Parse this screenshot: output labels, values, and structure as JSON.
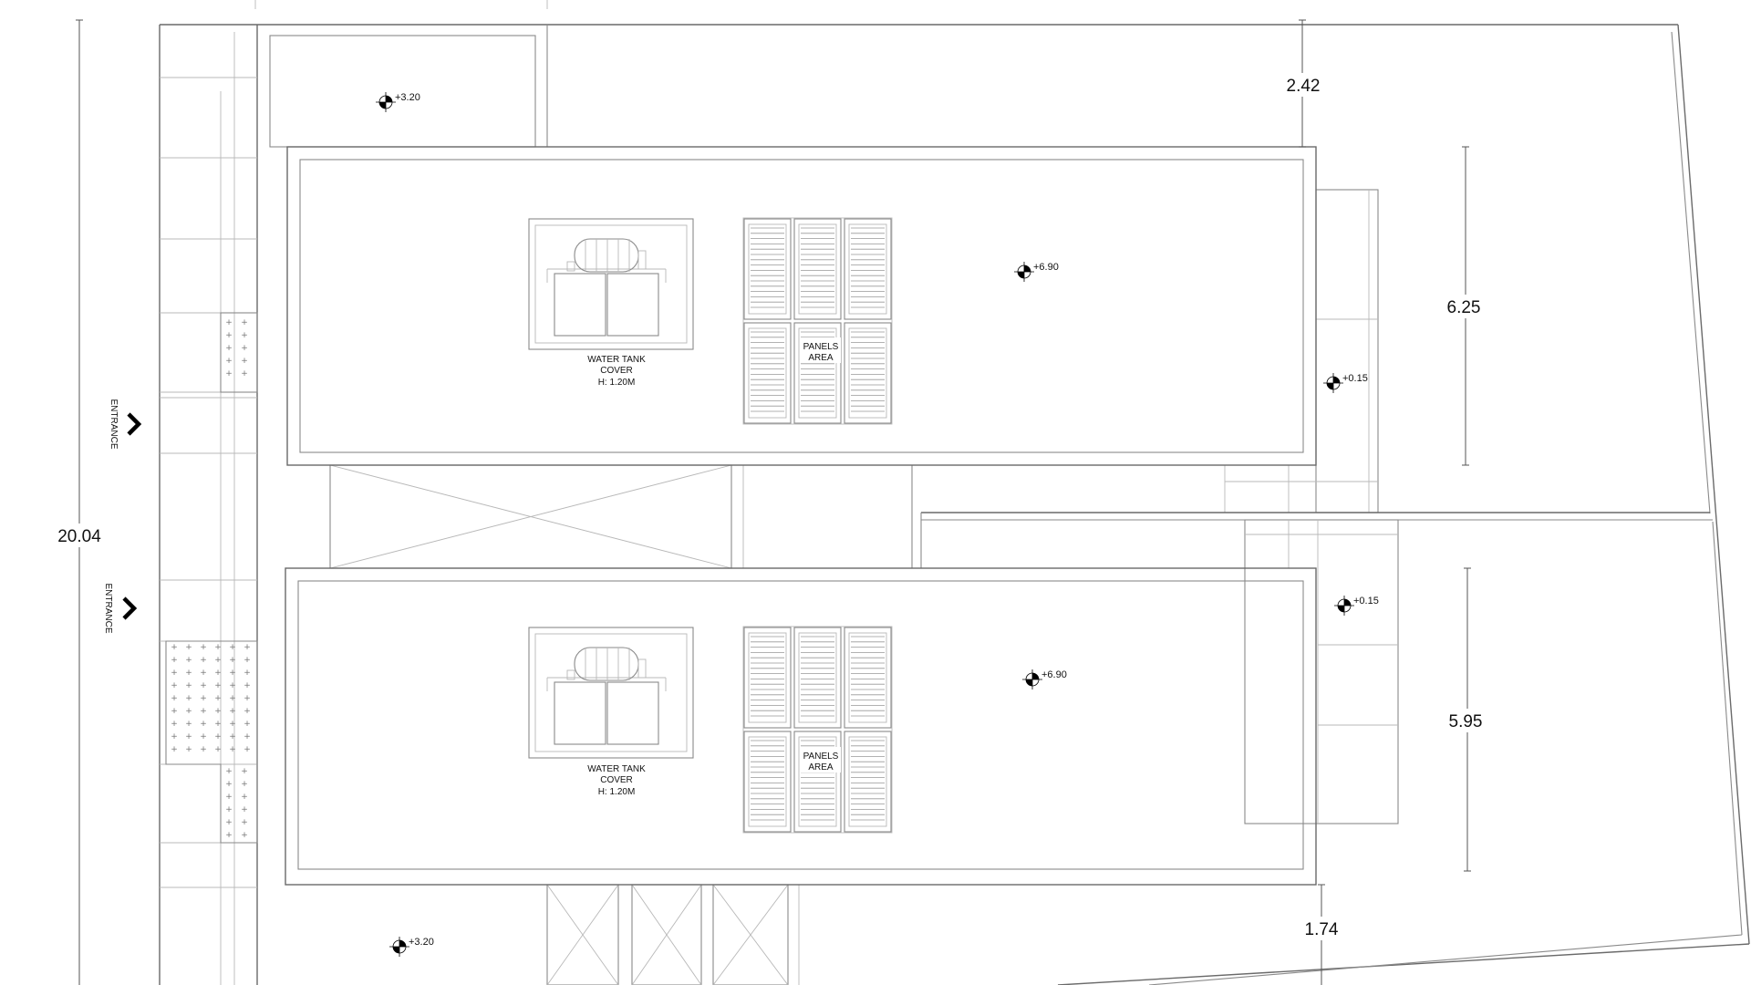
{
  "dimensions": {
    "total_height": "20.04",
    "top_gap": "2.42",
    "unit1_depth": "6.25",
    "unit2_depth": "5.95",
    "bottom_gap": "1.74"
  },
  "levels": {
    "yard_top": "+3.20",
    "roof_unit1": "+6.90",
    "ground_unit1": "+0.15",
    "ground_unit2": "+0.15",
    "roof_unit2": "+6.90",
    "yard_bottom": "+3.20"
  },
  "labels": {
    "entrance_1": "ENTRANCE",
    "entrance_2": "ENTRANCE",
    "tank1": [
      "WATER TANK",
      "COVER",
      "H: 1.20M"
    ],
    "tank2": [
      "WATER TANK",
      "COVER",
      "H: 1.20M"
    ],
    "panels1": [
      "PANELS",
      "AREA"
    ],
    "panels2": [
      "PANELS",
      "AREA"
    ]
  },
  "icons": {
    "level_marker": "level-marker-icon",
    "entrance_arrow": "chevron-right-icon"
  },
  "colors": {
    "line": "#8a8a8a",
    "text": "#111111",
    "background": "#ffffff"
  }
}
